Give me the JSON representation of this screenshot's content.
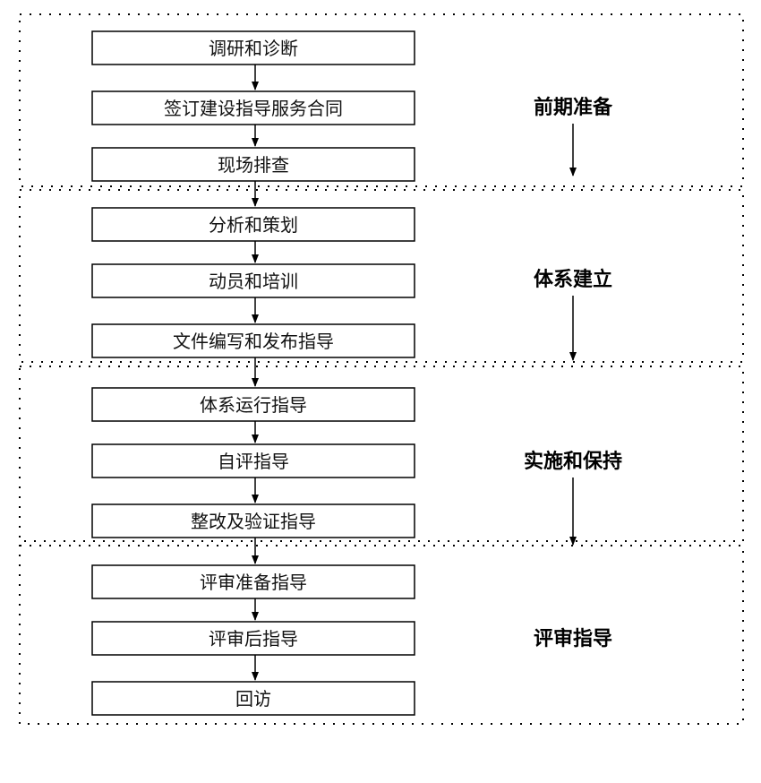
{
  "colors": {
    "stroke": "#000000",
    "background": "#ffffff"
  },
  "phases": [
    {
      "label": "前期准备",
      "steps": [
        "调研和诊断",
        "签订建设指导服务合同",
        "现场排查"
      ]
    },
    {
      "label": "体系建立",
      "steps": [
        "分析和策划",
        "动员和培训",
        "文件编写和发布指导"
      ]
    },
    {
      "label": "实施和保持",
      "steps": [
        "体系运行指导",
        "自评指导",
        "整改及验证指导"
      ]
    },
    {
      "label": "评审指导",
      "steps": [
        "评审准备指导",
        "评审后指导",
        "回访"
      ]
    }
  ]
}
